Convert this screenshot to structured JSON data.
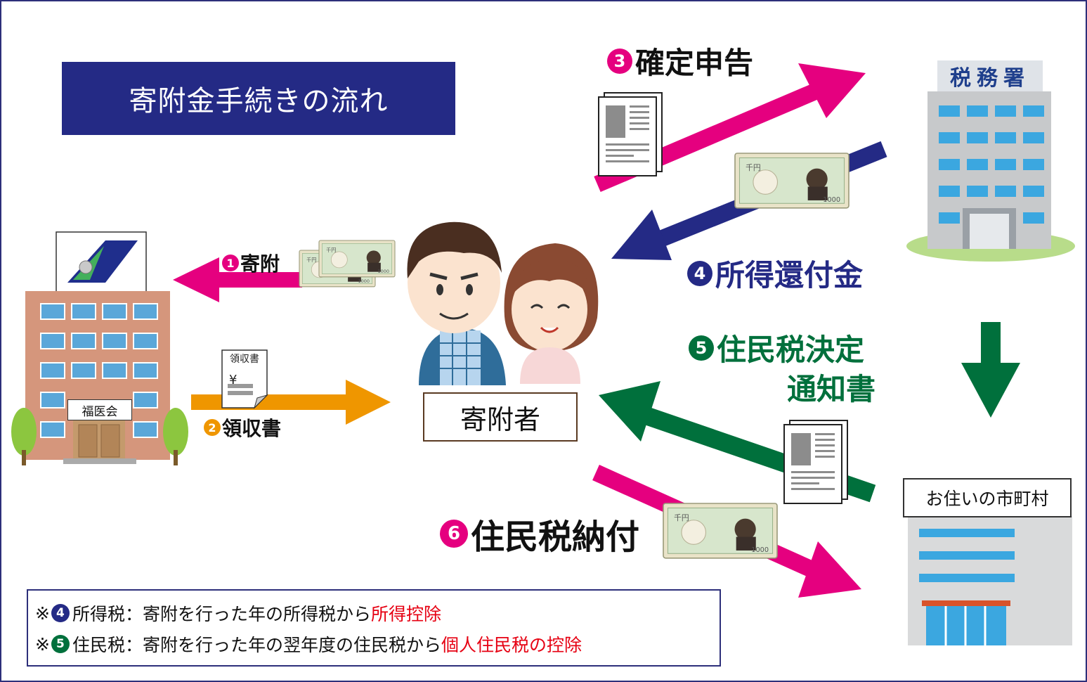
{
  "title": "寄附金手続きの流れ",
  "nodes": {
    "hospital_sign": "福医会",
    "donor": "寄附者",
    "tax_office": "税務署",
    "city": "お住いの市町村",
    "receipt_doc_label": "領収書",
    "receipt_yen": "¥"
  },
  "steps": [
    {
      "num": "1",
      "label": "寄附",
      "color": "#e5007f"
    },
    {
      "num": "2",
      "label": "領収書",
      "color": "#ef9600"
    },
    {
      "num": "3",
      "label": "確定申告",
      "color": "#e5007f"
    },
    {
      "num": "4",
      "label": "所得還付金",
      "color": "#242a85"
    },
    {
      "num": "5",
      "label": "住民税決定",
      "label2": "通知書",
      "color": "#00703c"
    },
    {
      "num": "6",
      "label": "住民税納付",
      "color": "#e5007f"
    }
  ],
  "notes": [
    {
      "prefix": "※",
      "num": "4",
      "num_color": "#242a85",
      "text": "所得税：寄附を行った年の所得税から",
      "highlight": "所得控除"
    },
    {
      "prefix": "※",
      "num": "5",
      "num_color": "#00703c",
      "text": "住民税：寄附を行った年の翌年度の住民税から",
      "highlight": "個人住民税の控除"
    }
  ],
  "colors": {
    "pink": "#e5007f",
    "orange": "#ef9600",
    "navy": "#242a85",
    "green": "#00703c",
    "highlight": "#e60012"
  }
}
